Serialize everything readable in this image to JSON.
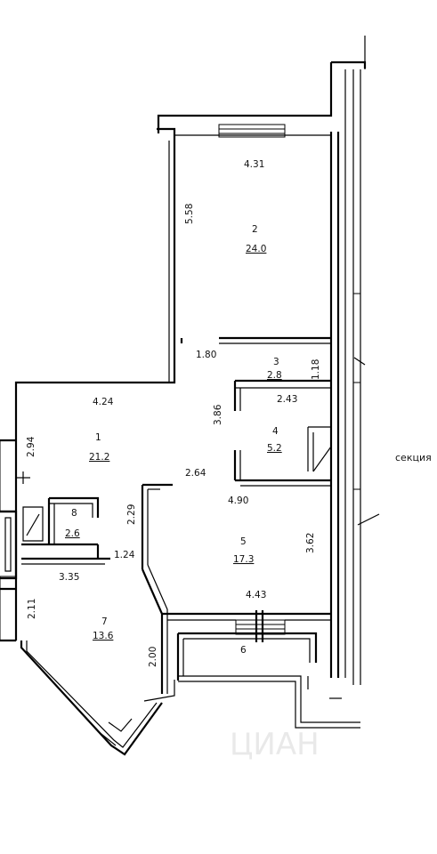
{
  "section_label": "секция",
  "watermark": "ЦИАН",
  "rooms": [
    {
      "number": "1",
      "area": "21.2"
    },
    {
      "number": "2",
      "area": "24.0"
    },
    {
      "number": "3",
      "area": "2.8"
    },
    {
      "number": "4",
      "area": "5.2"
    },
    {
      "number": "5",
      "area": "17.3"
    },
    {
      "number": "6",
      "area": ""
    },
    {
      "number": "7",
      "area": "13.6"
    },
    {
      "number": "8",
      "area": "2.6"
    }
  ],
  "dimensions": {
    "room2_width": "4.31",
    "room2_length": "5.58",
    "room1_width": "4.24",
    "room1_left": "2.94",
    "corridor_width": "1.80",
    "room3_length": "1.18",
    "room4_width": "2.43",
    "hall_height": "3.86",
    "hall_width": "2.64",
    "room5_top": "4.90",
    "room5_height": "3.62",
    "room5_width": "4.43",
    "room8_height": "2.29",
    "room8_width": "1.24",
    "room7_width": "3.35",
    "room7_left": "2.11",
    "room7_bay": "2.00"
  }
}
